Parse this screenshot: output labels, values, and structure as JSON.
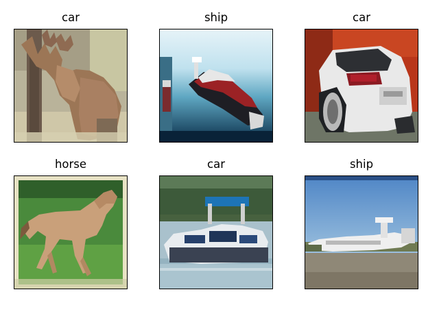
{
  "panels": [
    {
      "title": "car"
    },
    {
      "title": "ship"
    },
    {
      "title": "car"
    },
    {
      "title": "horse"
    },
    {
      "title": "car"
    },
    {
      "title": "ship"
    }
  ]
}
